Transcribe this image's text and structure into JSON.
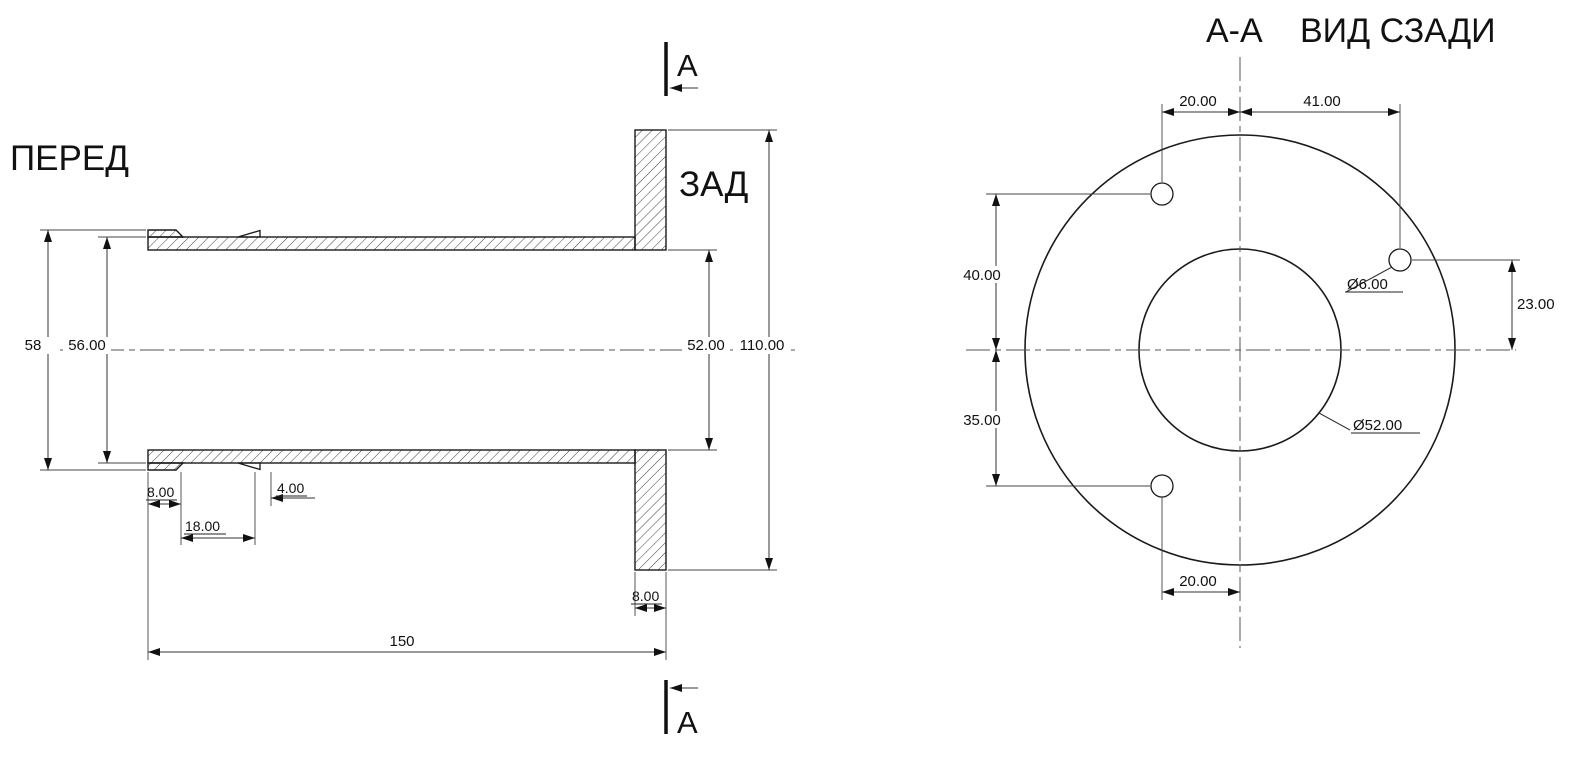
{
  "labels": {
    "front": "ПЕРЕД",
    "back": "ЗАД",
    "section": "А",
    "title_section": "А-А",
    "title_view": "ВИД СЗАДИ"
  },
  "side": {
    "od_lip": "58",
    "od_body": "56.00",
    "bore": "52.00",
    "flange_od": "110.00",
    "lip_len": "8.00",
    "groove_len": "18.00",
    "taper_len": "4.00",
    "flange_thk": "8.00",
    "total_len": "150"
  },
  "rear": {
    "offset_top_left": "20.00",
    "offset_top_right": "41.00",
    "offset_up": "40.00",
    "offset_down": "35.00",
    "offset_right_up": "23.00",
    "offset_bottom_left": "20.00",
    "hole_dia": "Ø6.00",
    "bore_dia": "Ø52.00"
  }
}
